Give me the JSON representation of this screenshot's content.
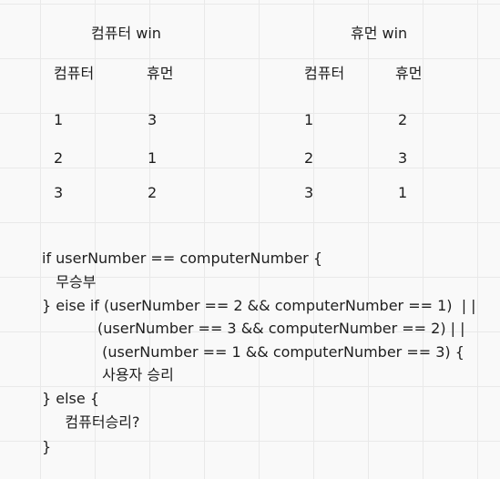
{
  "tables": [
    {
      "title": "컴퓨터 win",
      "headers": [
        "컴퓨터",
        "휴먼"
      ],
      "rows": [
        [
          "1",
          "3"
        ],
        [
          "2",
          "1"
        ],
        [
          "3",
          "2"
        ]
      ]
    },
    {
      "title": "휴먼 win",
      "headers": [
        "컴퓨터",
        "휴먼"
      ],
      "rows": [
        [
          "1",
          "2"
        ],
        [
          "2",
          "3"
        ],
        [
          "3",
          "1"
        ]
      ]
    }
  ],
  "code": [
    "if userNumber == computerNumber {",
    "   무승부",
    "} eise if (userNumber == 2 && computerNumber == 1)  | |",
    "            (userNumber == 3 && computerNumber == 2) | |",
    "             (userNumber == 1 && computerNumber == 3) {",
    "             사용자 승리",
    "} else {",
    "     컴퓨터승리?",
    "}"
  ]
}
